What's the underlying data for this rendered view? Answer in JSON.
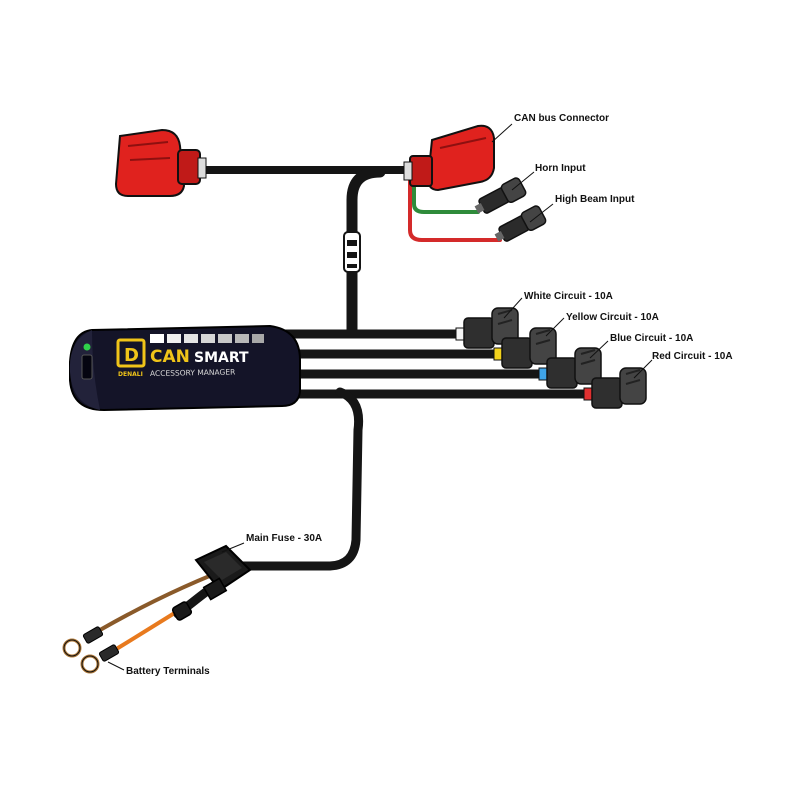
{
  "colors": {
    "cable": "#151515",
    "connector_red": "#e0221e",
    "connector_grey": "#3a3a3a",
    "wire_green": "#2e8b3a",
    "wire_red": "#d42a2a",
    "wire_orange": "#e87a1e",
    "wire_brown": "#8a5a2a",
    "brand_yellow": "#f0c419",
    "white": "#f4f4f4",
    "yellow": "#f2d21c",
    "blue": "#3fa4e8",
    "red": "#e03030"
  },
  "module": {
    "logo_mark": "D",
    "brand_small": "DENALI",
    "brand_can": "CAN",
    "brand_smart": "SMART",
    "subtitle": "ACCESSORY MANAGER"
  },
  "labels": {
    "can_bus": "CAN bus Connector",
    "horn": "Horn Input",
    "high_beam": "High Beam Input",
    "white_circuit": "White Circuit - 10A",
    "yellow_circuit": "Yellow Circuit - 10A",
    "blue_circuit": "Blue Circuit - 10A",
    "red_circuit": "Red Circuit - 10A",
    "main_fuse": "Main Fuse - 30A",
    "battery": "Battery Terminals"
  }
}
